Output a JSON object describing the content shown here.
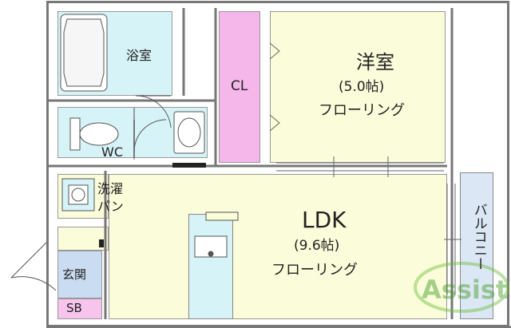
{
  "plan": {
    "bath_label": "浴室",
    "closet_label": "CL",
    "toilet_label": "WC",
    "washer_label_1": "洗濯",
    "washer_label_2": "パン",
    "entrance_label": "玄関",
    "shoebox_label": "SB",
    "western_room": {
      "name": "洋室",
      "size": "(5.0帖)",
      "floor": "フローリング"
    },
    "ldk": {
      "name": "LDK",
      "size": "(9.6帖)",
      "floor": "フローリング"
    },
    "balcony_label": "バルコニー",
    "watermark": "Assist"
  },
  "colors": {
    "wall": "#777777",
    "room_fill": "#fbfcd9",
    "wet_fill": "#d6f3f7",
    "closet_fill": "#f5b6ea",
    "balcony_fill": "#dbe7f5",
    "entrance_fill": "#c9dcf2",
    "sb_fill": "#f6c4ec"
  }
}
